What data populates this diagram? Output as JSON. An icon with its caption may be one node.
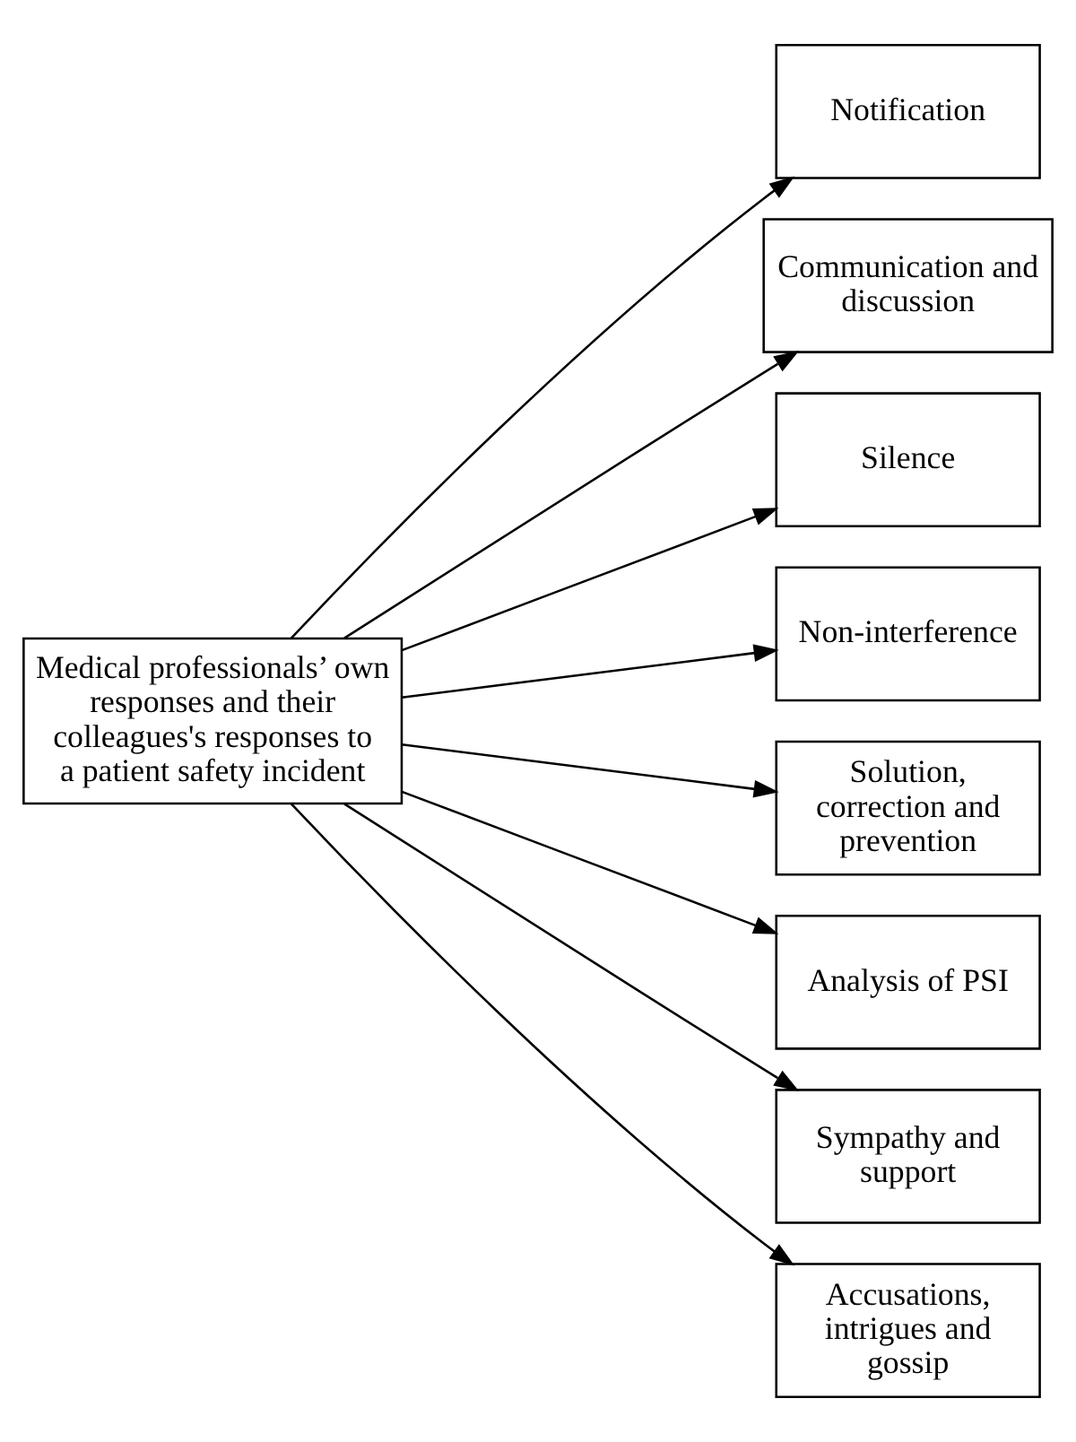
{
  "diagram": {
    "nodes": [
      {
        "text": [
          "Medical professionals’ own responses and their colleagues's responses to a patient safety incident"
        ]
      },
      {
        "text": [
          "Notification"
        ]
      },
      {
        "text": [
          "Communication and discussion"
        ]
      },
      {
        "text": [
          "Silence"
        ]
      },
      {
        "text": [
          "Non-interference"
        ]
      },
      {
        "text": [
          "Solution, correction and prevention"
        ]
      },
      {
        "text": [
          "Analysis of PSI"
        ]
      },
      {
        "text": [
          "Sympathy and support"
        ]
      },
      {
        "text": [
          "Accusations, intrigues and gossip"
        ]
      }
    ],
    "edges": [
      {
        "from": 0,
        "to": 1,
        "arrow": "to"
      },
      {
        "from": 0,
        "to": 2,
        "arrow": "to"
      },
      {
        "from": 0,
        "to": 3,
        "arrow": "to"
      },
      {
        "from": 0,
        "to": 4,
        "arrow": "to"
      },
      {
        "from": 0,
        "to": 5,
        "arrow": "to"
      },
      {
        "from": 0,
        "to": 6,
        "arrow": "to"
      },
      {
        "from": 0,
        "to": 7,
        "arrow": "to"
      },
      {
        "from": 0,
        "to": 8,
        "arrow": "to"
      }
    ]
  }
}
